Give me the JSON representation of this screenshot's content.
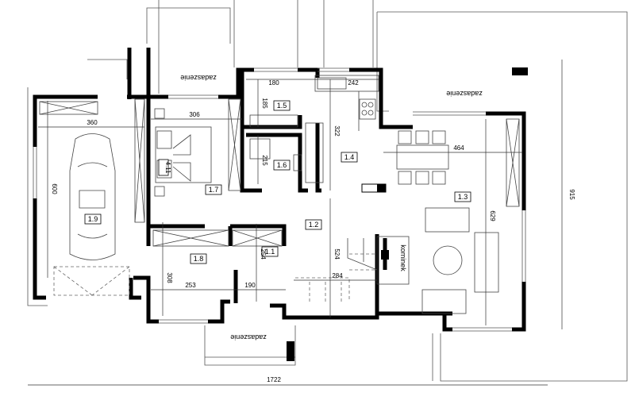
{
  "rooms": {
    "r11": "1.1",
    "r12": "1.2",
    "r13": "1.3",
    "r14": "1.4",
    "r15": "1.5",
    "r16": "1.6",
    "r17": "1.7",
    "r18": "1.8",
    "r19": "1.9"
  },
  "labels": {
    "canopy": "zadaszenie",
    "fireplace": "kominek",
    "bed_tag": "4.11"
  },
  "dimensions": {
    "total_width": "1722",
    "right_height": "915",
    "garage_width": "360",
    "garage_length": "600",
    "bedroom_width": "306",
    "kitchen_width": "242",
    "pantry_width": "180",
    "pantry_height": "185",
    "bath_height": "215",
    "hall_height": "322",
    "living_width": "464",
    "living_height": "629",
    "room18_width": "253",
    "room18_height": "308",
    "vestibule_width": "190",
    "vestibule_height": "254",
    "hall_depth": "524",
    "stair_width": "284"
  }
}
